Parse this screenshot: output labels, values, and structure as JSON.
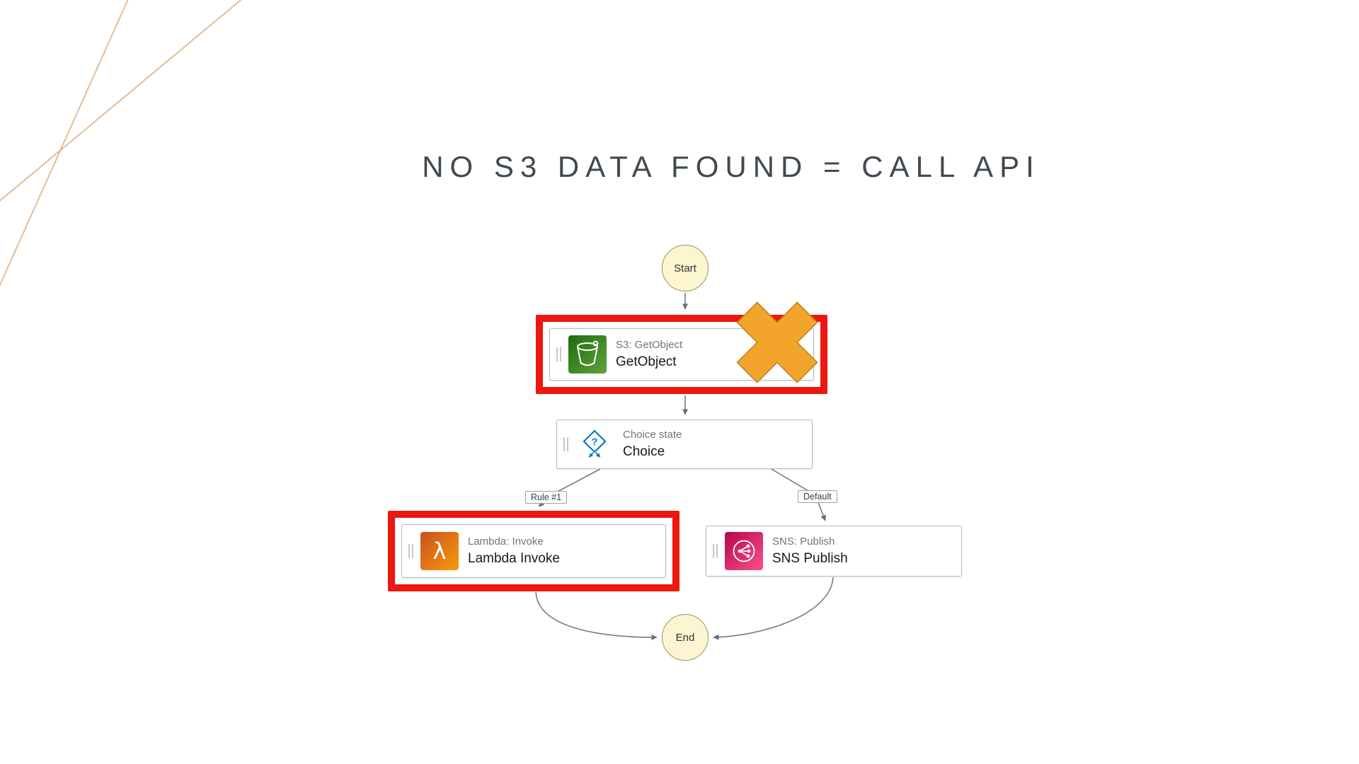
{
  "slide": {
    "title": "NO S3 DATA FOUND = CALL API"
  },
  "workflow": {
    "start_label": "Start",
    "end_label": "End",
    "nodes": {
      "s3": {
        "type_label": "S3: GetObject",
        "name": "GetObject",
        "icon": "s3-bucket-icon",
        "highlighted": true,
        "crossed_out": true
      },
      "choice": {
        "type_label": "Choice state",
        "name": "Choice",
        "icon": "choice-branch-icon",
        "highlighted": false,
        "crossed_out": false
      },
      "lambda": {
        "type_label": "Lambda: Invoke",
        "name": "Lambda Invoke",
        "icon": "lambda-icon",
        "highlighted": true,
        "crossed_out": false
      },
      "sns": {
        "type_label": "SNS: Publish",
        "name": "SNS Publish",
        "icon": "sns-icon",
        "highlighted": false,
        "crossed_out": false
      }
    },
    "edge_labels": {
      "rule1": "Rule #1",
      "default": "Default"
    }
  },
  "colors": {
    "highlight_red": "#ed1610",
    "cross_orange": "#f3a42b",
    "terminal_fill": "#fcf5cf",
    "node_border": "#b3b9be",
    "arrow_gray": "#747c82",
    "title_gray": "#414950",
    "accent_line_tan": "#e0b183",
    "s3_green": "#3f8624",
    "lambda_orange": "#e07c10",
    "sns_pink": "#d6196c",
    "choice_blue": "#0a7dbf"
  }
}
